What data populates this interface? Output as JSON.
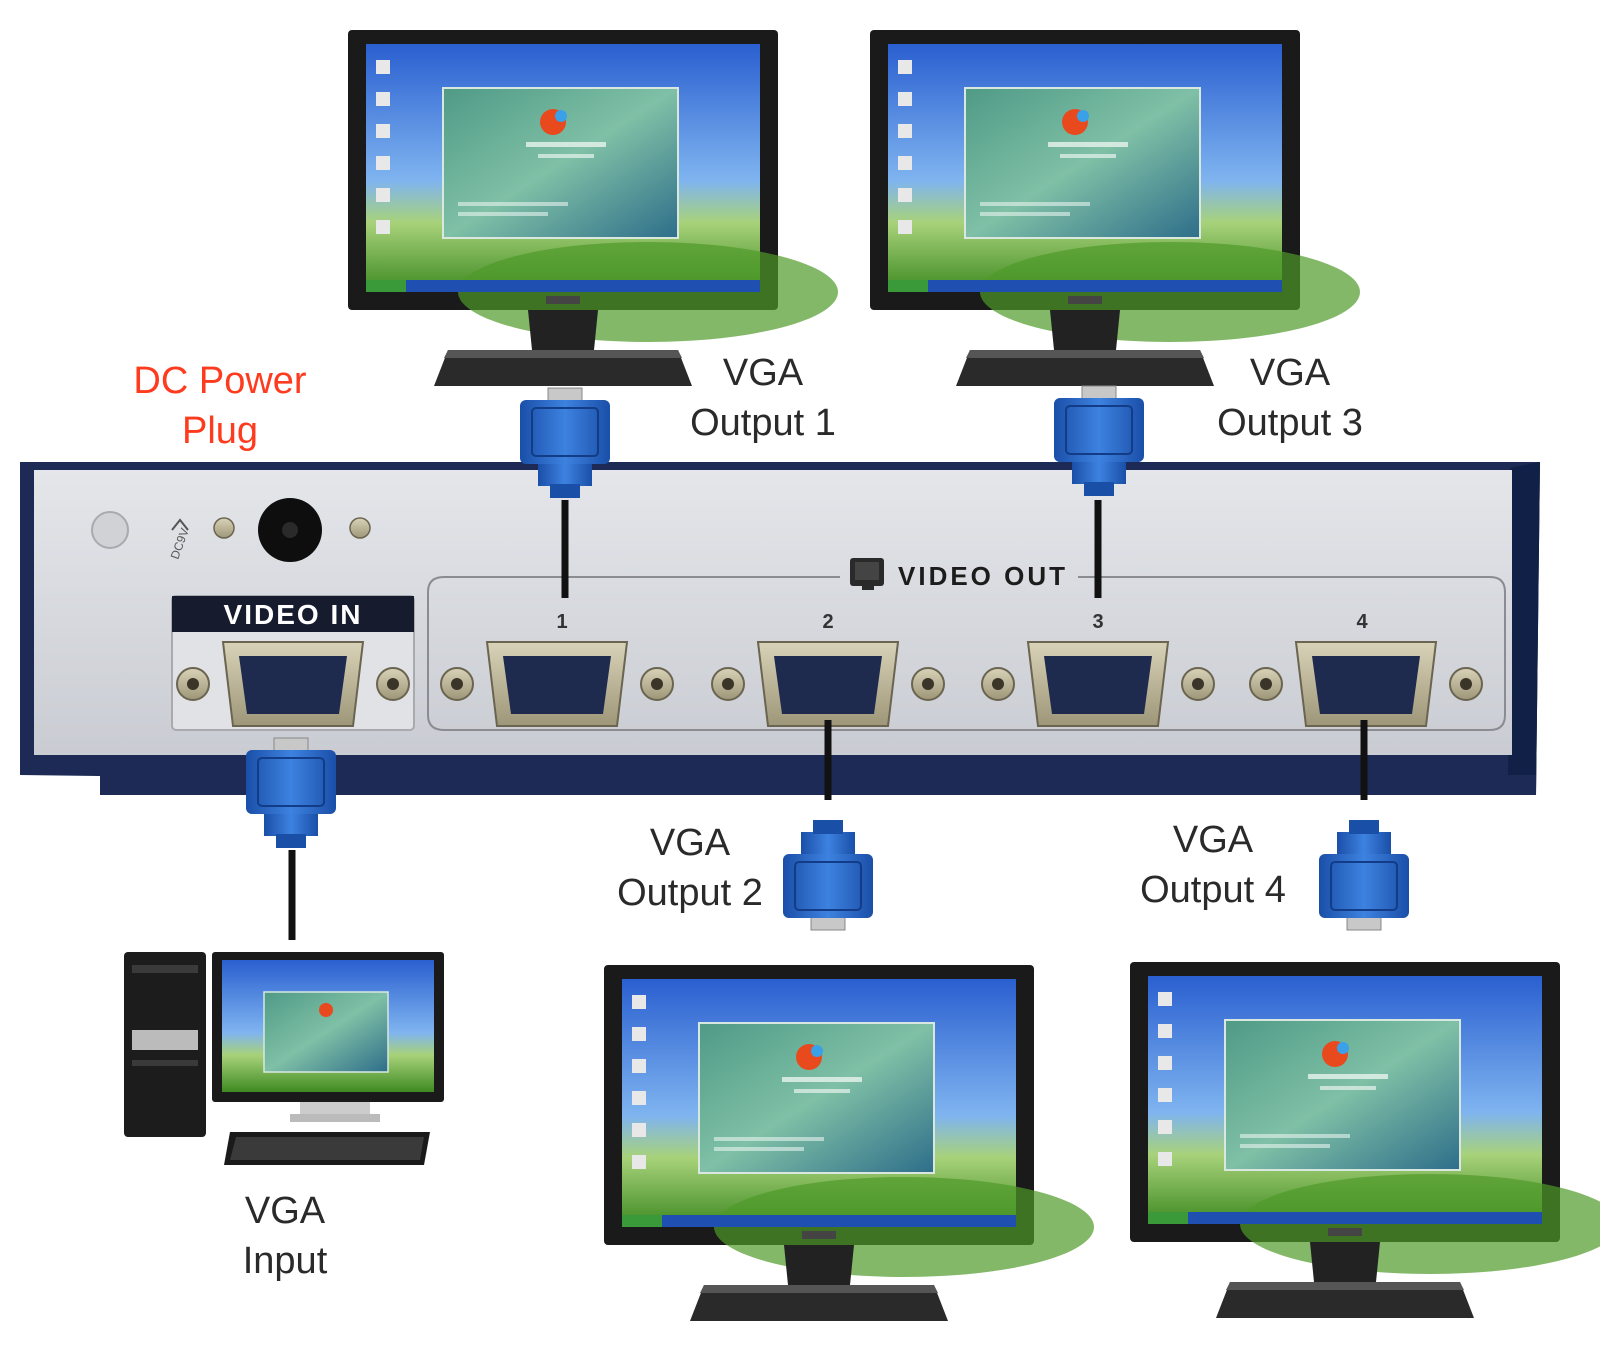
{
  "labels": {
    "dc_power": {
      "line1": "DC Power",
      "line2": "Plug"
    },
    "out1": {
      "line1": "VGA",
      "line2": "Output 1"
    },
    "out2": {
      "line1": "VGA",
      "line2": "Output 2"
    },
    "out3": {
      "line1": "VGA",
      "line2": "Output 3"
    },
    "out4": {
      "line1": "VGA",
      "line2": "Output 4"
    },
    "input": {
      "line1": "VGA",
      "line2": "Input"
    }
  },
  "panel": {
    "video_in": "VIDEO IN",
    "video_out": "VIDEO OUT",
    "port_numbers": [
      "1",
      "2",
      "3",
      "4"
    ],
    "power_rating": "DC9V"
  },
  "colors": {
    "dc_label": "#ff3b1f",
    "connector_blue": "#1f5fc0",
    "panel_face": "#d6d8dc",
    "panel_frame": "#1c2a55"
  }
}
